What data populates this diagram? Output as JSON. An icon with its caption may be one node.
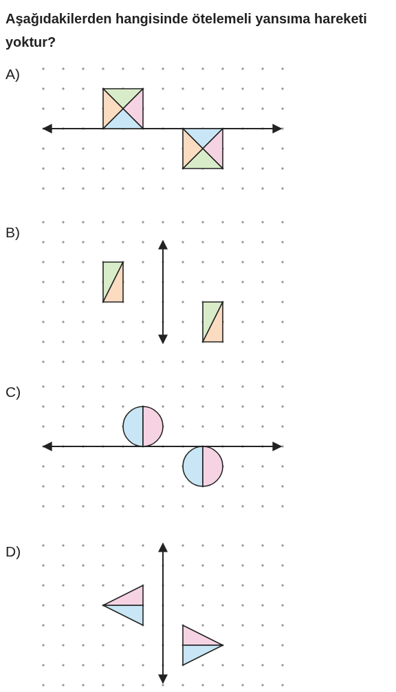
{
  "diagram": {
    "title": "Aşağıdakilerden hangisinde ötelemeli yansıma hareketi yoktur?",
    "labels": [
      "A)",
      "B)",
      "C)",
      "D)"
    ]
  }
}
